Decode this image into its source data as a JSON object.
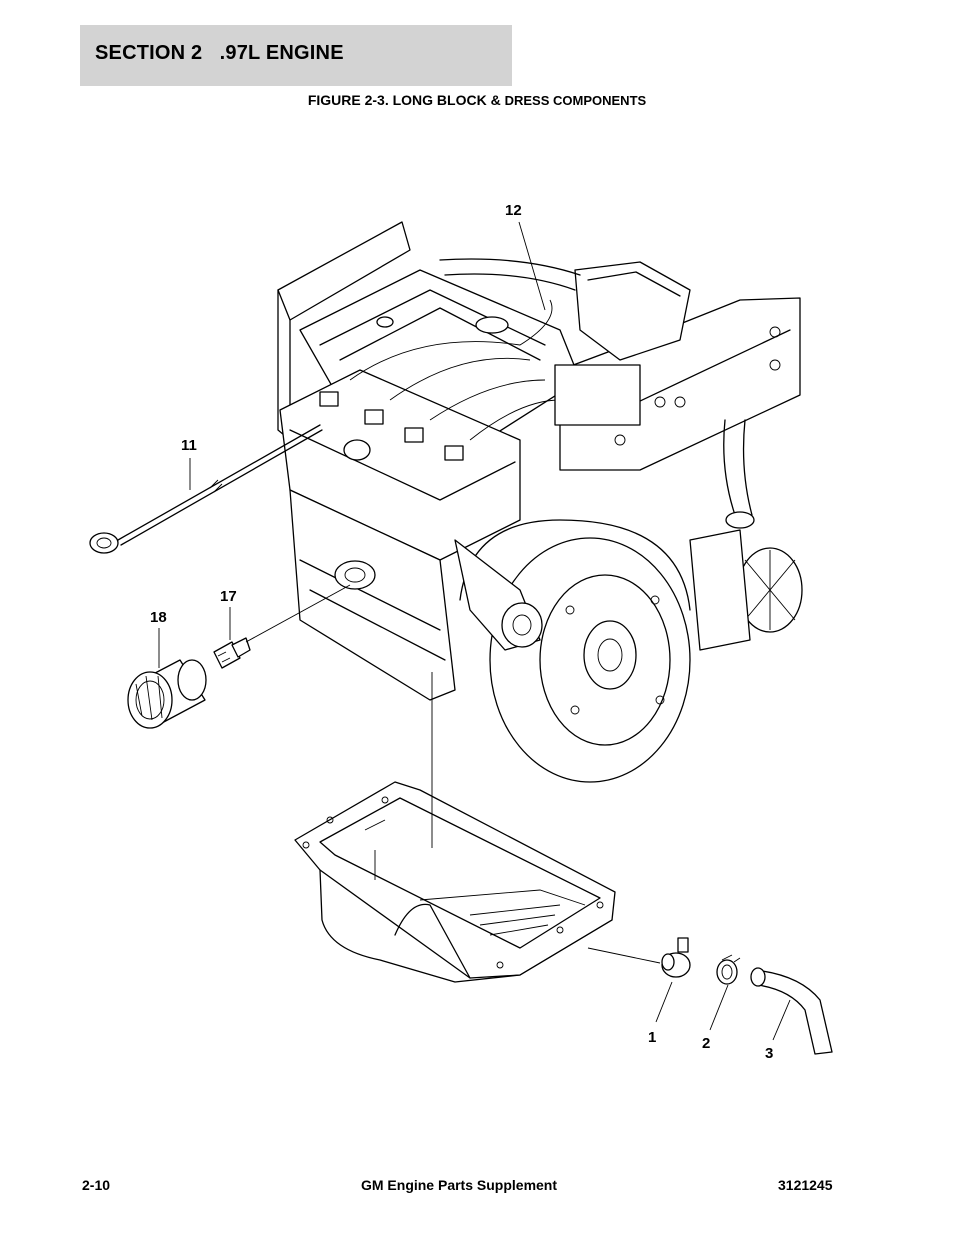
{
  "header": {
    "section": "SECTION 2   .97L ENGINE"
  },
  "figure": {
    "title_main": "FIGURE 2-3.  LONG BLOCK & ",
    "title_small": "DRESS COMPONENTS"
  },
  "callouts": {
    "c1": "1",
    "c2": "2",
    "c3": "3",
    "c11": "11",
    "c12": "12",
    "c17": "17",
    "c18": "18"
  },
  "footer": {
    "page_number": "2-10",
    "title": "GM Engine Parts Supplement",
    "doc_number": "3121245"
  }
}
